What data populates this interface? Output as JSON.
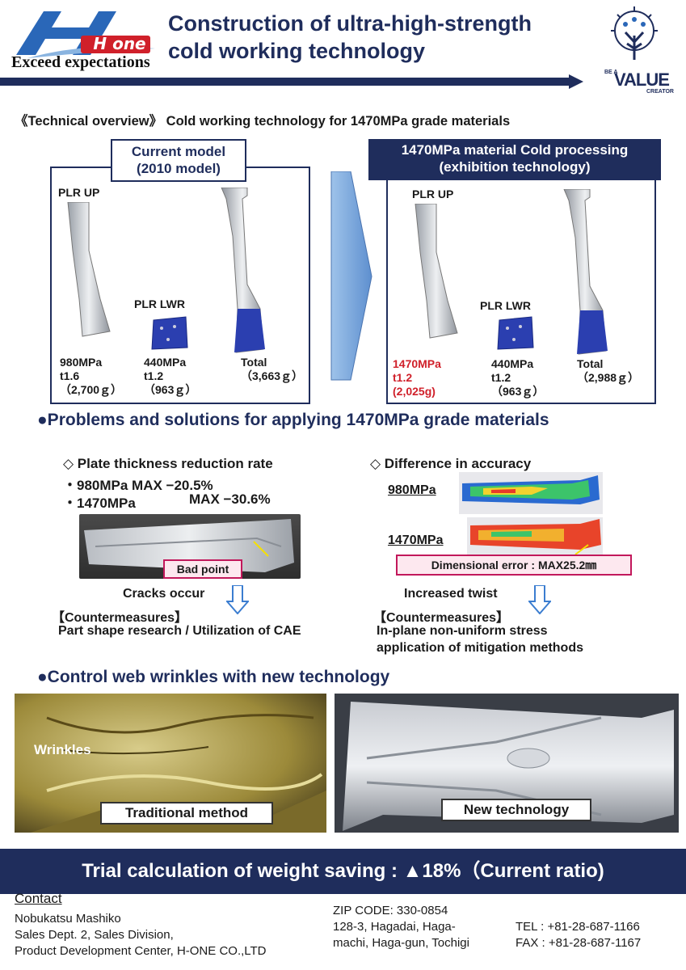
{
  "header": {
    "logo_text": "H one",
    "tagline": "Exceed expectations",
    "title_line1": "Construction of ultra-high-strength",
    "title_line2": "cold working technology",
    "badge_be_a": "BE A",
    "badge_value": "VALUE",
    "badge_creator": "CREATOR"
  },
  "overview": {
    "heading": "《Technical overview》 Cold working technology for 1470MPa grade materials"
  },
  "current": {
    "title_line1": "Current model",
    "title_line2": "(2010 model)",
    "plr_up": "PLR  UP",
    "plr_lwr": "PLR  LWR",
    "up_spec": [
      "980MPa",
      "t1.6",
      "（2,700ｇ）"
    ],
    "lwr_spec": [
      "440MPa",
      "t1.2",
      "（963ｇ）"
    ],
    "total": [
      "Total",
      "（3,663ｇ）"
    ]
  },
  "exhibition": {
    "title_line1": "1470MPa material Cold processing",
    "title_line2": "(exhibition technology)",
    "plr_up": "PLR  UP",
    "plr_lwr": "PLR  LWR",
    "up_spec": [
      "1470MPa",
      "t1.2",
      "(2,025g)"
    ],
    "lwr_spec": [
      "440MPa",
      "t1.2",
      "（963ｇ）"
    ],
    "total": [
      "Total",
      "（2,988ｇ）"
    ]
  },
  "problems": {
    "heading": "●Problems and solutions for applying 1470MPa grade materials",
    "left": {
      "title": "◇ Plate thickness reduction rate",
      "line1": "・980MPa MAX −20.5%",
      "line2a": "・1470MPa",
      "line2b": "MAX −30.6%",
      "bad_point": "Bad point",
      "result": "Cracks occur",
      "counter": "【Countermeasures】",
      "counter_text": "Part shape research / Utilization of CAE"
    },
    "right": {
      "title": "◇ Difference in accuracy",
      "label_980": "980MPa",
      "label_1470": "1470MPa",
      "error_box": "Dimensional error : MAX25.2㎜",
      "result": "Increased twist",
      "counter": "【Countermeasures】",
      "counter_text1": "In-plane non-uniform stress",
      "counter_text2": "application of mitigation methods"
    }
  },
  "wrinkles": {
    "heading": "●Control web wrinkles with new technology",
    "wrinkles_label": "Wrinkles",
    "traditional": "Traditional method",
    "new_tech": "New technology"
  },
  "banner": {
    "text": "Trial calculation of weight saving : ▲18%（Current ratio)"
  },
  "contact": {
    "heading": "Contact",
    "name": "Nobukatsu Mashiko",
    "dept": "Sales Dept. 2, Sales Division,",
    "center": "Product Development Center, H-ONE CO.,LTD",
    "zip": "ZIP CODE: 330-0854",
    "addr1": "128-3, Hagadai, Haga-",
    "addr2": "machi, Haga-gun, Tochigi",
    "tel": "TEL : +81-28-687-1166",
    "fax": "FAX : +81-28-687-1167"
  },
  "colors": {
    "navy": "#1f2d5c",
    "red": "#d0202a",
    "blue_part": "#2b3fb0"
  }
}
